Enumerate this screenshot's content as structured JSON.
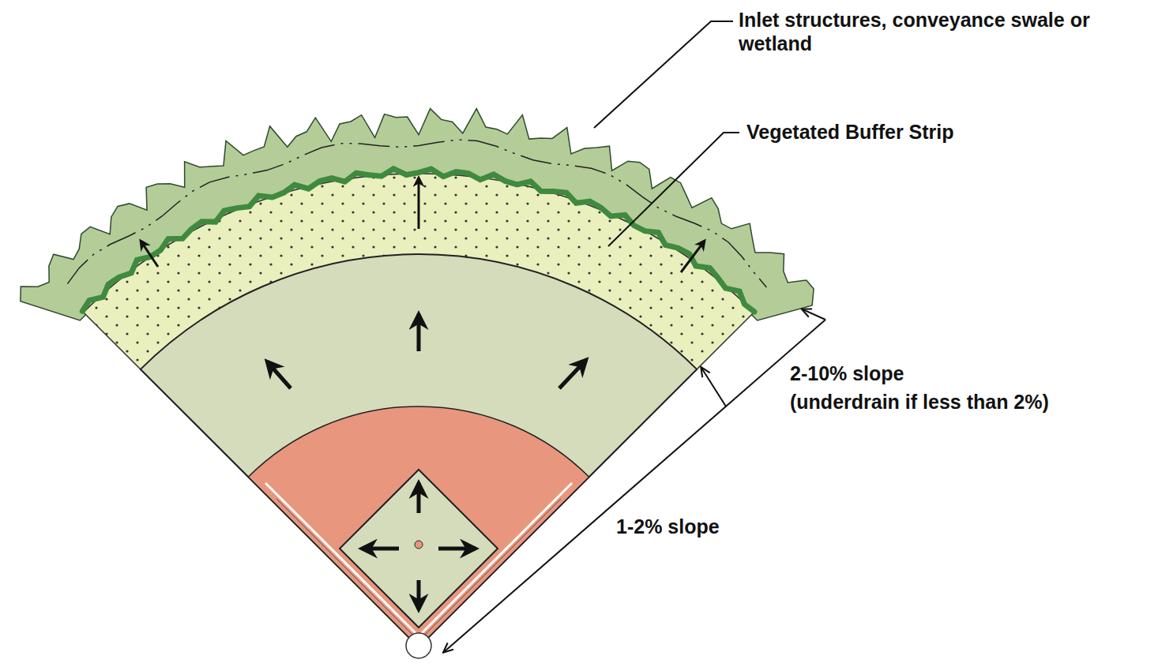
{
  "diagram": {
    "labels": [
      "Inlet structures, conveyance swale or wetland",
      "Vegetated Buffer Strip",
      "2-10% slope",
      "(underdrain if less than 2%)",
      "1-2% slope"
    ]
  }
}
